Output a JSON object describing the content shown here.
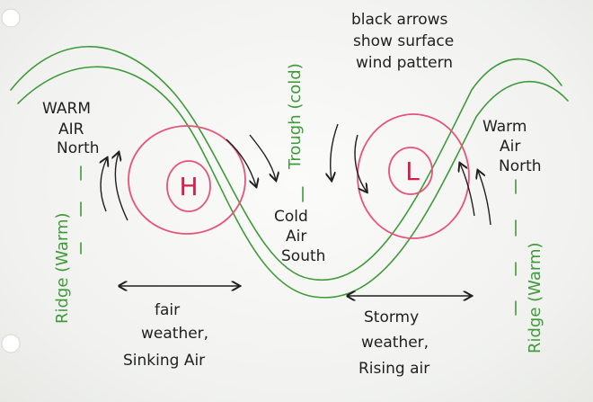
{
  "colors": {
    "ink": "#1f1f1f",
    "green": "#3f9a3a",
    "pink": "#e8527a",
    "red": "#d81c4a",
    "paper": "#f4f5f3"
  },
  "labels": {
    "note_line1": "black arrows",
    "note_line2": "show surface",
    "note_line3": "wind pattern",
    "warm_left_1": "WARM",
    "warm_left_2": "AIR",
    "warm_left_3": "North",
    "warm_right_1": "Warm",
    "warm_right_2": "Air",
    "warm_right_3": "North",
    "high": "H",
    "low": "L",
    "cold_1": "Cold",
    "cold_2": "Air",
    "cold_3": "South",
    "trough": "Trough (cold)",
    "ridge_left": "Ridge (Warm)",
    "ridge_right": "Ridge (Warm)",
    "fair_1": "fair",
    "fair_2": "weather,",
    "fair_3": "Sinking Air",
    "stormy_1": "Stormy",
    "stormy_2": "weather,",
    "stormy_3": "Rising air"
  }
}
